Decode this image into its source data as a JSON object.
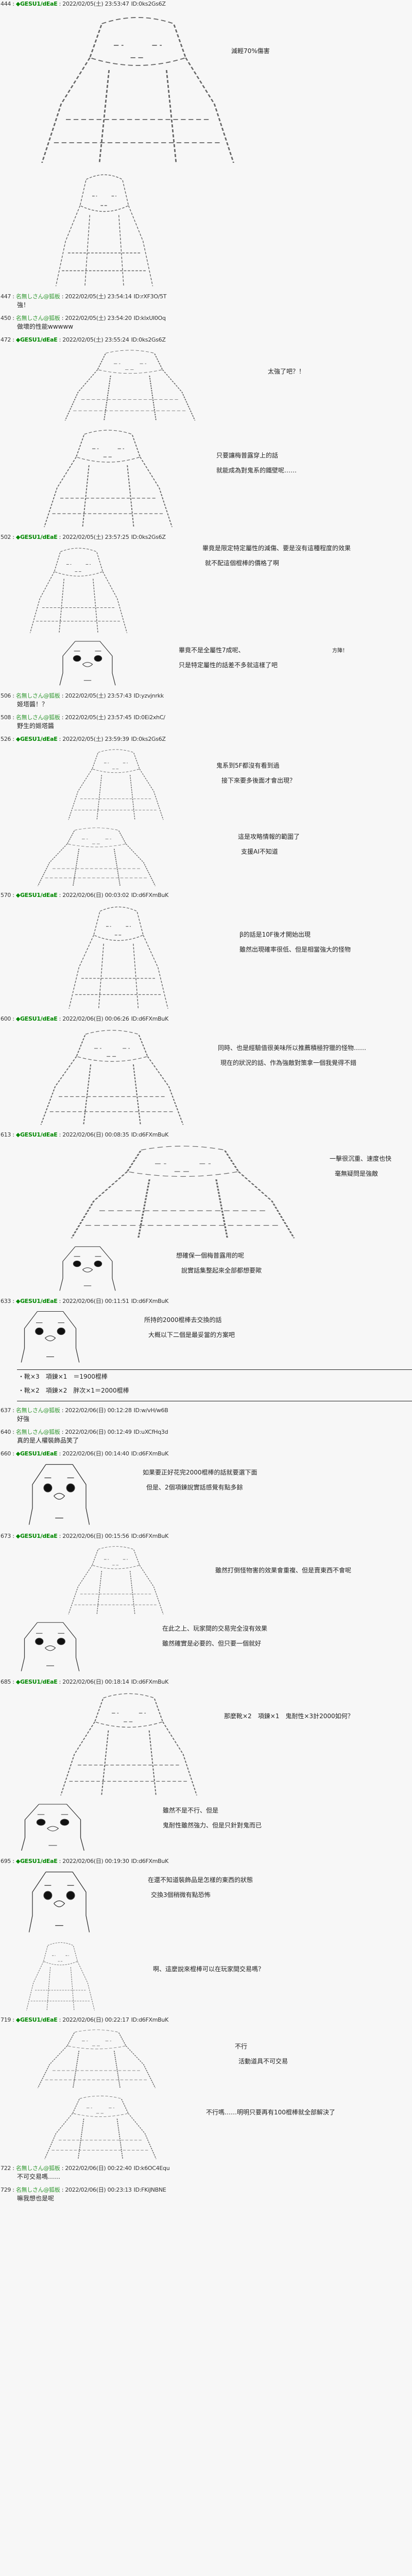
{
  "posts": [
    {
      "num": "444",
      "name": "◆GESU1/dEaE",
      "datetime": "2022/02/05(土) 23:53:47",
      "id": "ID:0ks2Gs6Z"
    },
    {
      "num": "447",
      "name": "名無しさん@狐板",
      "datetime": "2022/02/05(土) 23:54:14",
      "id": "ID:rXF3O/5T",
      "body": "強！"
    },
    {
      "num": "450",
      "name": "名無しさん@狐板",
      "datetime": "2022/02/05(土) 23:54:20",
      "id": "ID:klxUI0Oq",
      "body": "做壞的性能wwwww"
    },
    {
      "num": "472",
      "name": "◆GESU1/dEaE",
      "datetime": "2022/02/05(土) 23:55:24",
      "id": "ID:0ks2Gs6Z"
    },
    {
      "num": "502",
      "name": "◆GESU1/dEaE",
      "datetime": "2022/02/05(土) 23:57:25",
      "id": "ID:0ks2Gs6Z"
    },
    {
      "num": "506",
      "name": "名無しさん@狐板",
      "datetime": "2022/02/05(土) 23:57:43",
      "id": "ID:yzvjnrkk",
      "body": "姬塔醬！？"
    },
    {
      "num": "508",
      "name": "名無しさん@狐板",
      "datetime": "2022/02/05(土) 23:57:45",
      "id": "ID:0Ei2xhC/",
      "body": "野生的姬塔醬"
    },
    {
      "num": "526",
      "name": "◆GESU1/dEaE",
      "datetime": "2022/02/05(土) 23:59:39",
      "id": "ID:0ks2Gs6Z"
    },
    {
      "num": "570",
      "name": "◆GESU1/dEaE",
      "datetime": "2022/02/06(日) 00:03:02",
      "id": "ID:d6FXmBuK"
    },
    {
      "num": "600",
      "name": "◆GESU1/dEaE",
      "datetime": "2022/02/06(日) 00:06:26",
      "id": "ID:d6FXmBuK"
    },
    {
      "num": "613",
      "name": "◆GESU1/dEaE",
      "datetime": "2022/02/06(日) 00:08:35",
      "id": "ID:d6FXmBuK"
    },
    {
      "num": "633",
      "name": "◆GESU1/dEaE",
      "datetime": "2022/02/06(日) 00:11:51",
      "id": "ID:d6FXmBuK"
    },
    {
      "num": "637",
      "name": "名無しさん@狐板",
      "datetime": "2022/02/06(日) 00:12:28",
      "id": "ID:w/vH/w6B",
      "body": "好強"
    },
    {
      "num": "640",
      "name": "名無しさん@狐板",
      "datetime": "2022/02/06(日) 00:12:49",
      "id": "ID:uXCfHq3d",
      "body": "真的是人權裝飾品笑了"
    },
    {
      "num": "660",
      "name": "◆GESU1/dEaE",
      "datetime": "2022/02/06(日) 00:14:40",
      "id": "ID:d6FXmBuK"
    },
    {
      "num": "673",
      "name": "◆GESU1/dEaE",
      "datetime": "2022/02/06(日) 00:15:56",
      "id": "ID:d6FXmBuK"
    },
    {
      "num": "685",
      "name": "◆GESU1/dEaE",
      "datetime": "2022/02/06(日) 00:18:14",
      "id": "ID:d6FXmBuK"
    },
    {
      "num": "695",
      "name": "◆GESU1/dEaE",
      "datetime": "2022/02/06(日) 00:19:30",
      "id": "ID:d6FXmBuK"
    },
    {
      "num": "719",
      "name": "◆GESU1/dEaE",
      "datetime": "2022/02/06(日) 00:22:17",
      "id": "ID:d6FXmBuK"
    },
    {
      "num": "722",
      "name": "名無しさん@狐板",
      "datetime": "2022/02/06(日) 00:22:40",
      "id": "ID:k6OC4Equ",
      "body": "不可交易嗎……"
    },
    {
      "num": "729",
      "name": "名無しさん@狐板",
      "datetime": "2022/02/06(日) 00:23:13",
      "id": "ID:FKiJNBNE",
      "body": "嘛我想也是呢"
    }
  ],
  "dialogue": [
    "減輕70%傷害",
    "太強了吧？！",
    "只要讓梅普露穿上的話",
    "就能成為對鬼系的鐵壁呢……",
    "畢竟是限定特定屬性的減傷、要是沒有這種程度的效果",
    "就不配這個棍棒的價格了啊",
    "畢竟不是全屬性7成呢、",
    "方陣！",
    "只是特定屬性的話差不多就這樣了吧",
    "鬼系到5F都沒有看到過",
    "接下來要多後面才會出現？",
    "這是攻略情報的範圍了",
    "支援AI不知道",
    "β的話是10F後才開始出現",
    "雖然出現確率很低、但是相當強大的怪物",
    "同時、也是經驗值很美味所以推薦積極狩獵的怪物……",
    "現在的狀況的話、作為強敵對策拿一個我覺得不錯",
    "一擊很沉重、速度也快",
    "毫無疑問是強敵",
    "想確保一個梅普露用的呢",
    "說實話集整起來全部都想要歟",
    "所持的2000棍棒去交換的話",
    "大概以下二個是最妥當的方案吧",
    "・靴×3　項鍊×1　＝1900棍棒",
    "・靴×2　項鍊×2　胖次×1＝2000棍棒",
    "如果要正好花完2000棍棒的話就要選下面",
    "但是、2個項鍊說實話感覺有點多餘",
    "雖然打倒怪物害的效果會重複、但是賣東西不會呢",
    "在此之上、玩家間的交易完全沒有效果",
    "雖然確實是必要的、但只要一個就好",
    "那麼靴×2　項鍊×1　鬼耐性×3計2000如何？",
    "雖然不是不行、但是",
    "鬼耐性雖然強力、但是只針對鬼而已",
    "在還不知道裝飾品是怎樣的東西的狀態",
    "交換3個稍微有點恐怖",
    "啊、這麼說來棍棒可以在玩家間交易嗎？",
    "不行",
    "活動道具不可交易",
    "不行嗎……明明只要再有100棍棒就全部解決了"
  ],
  "colors": {
    "background": "#f7f7f7",
    "trip_name": "#008800",
    "anon_name": "#339933",
    "text": "#222222"
  }
}
